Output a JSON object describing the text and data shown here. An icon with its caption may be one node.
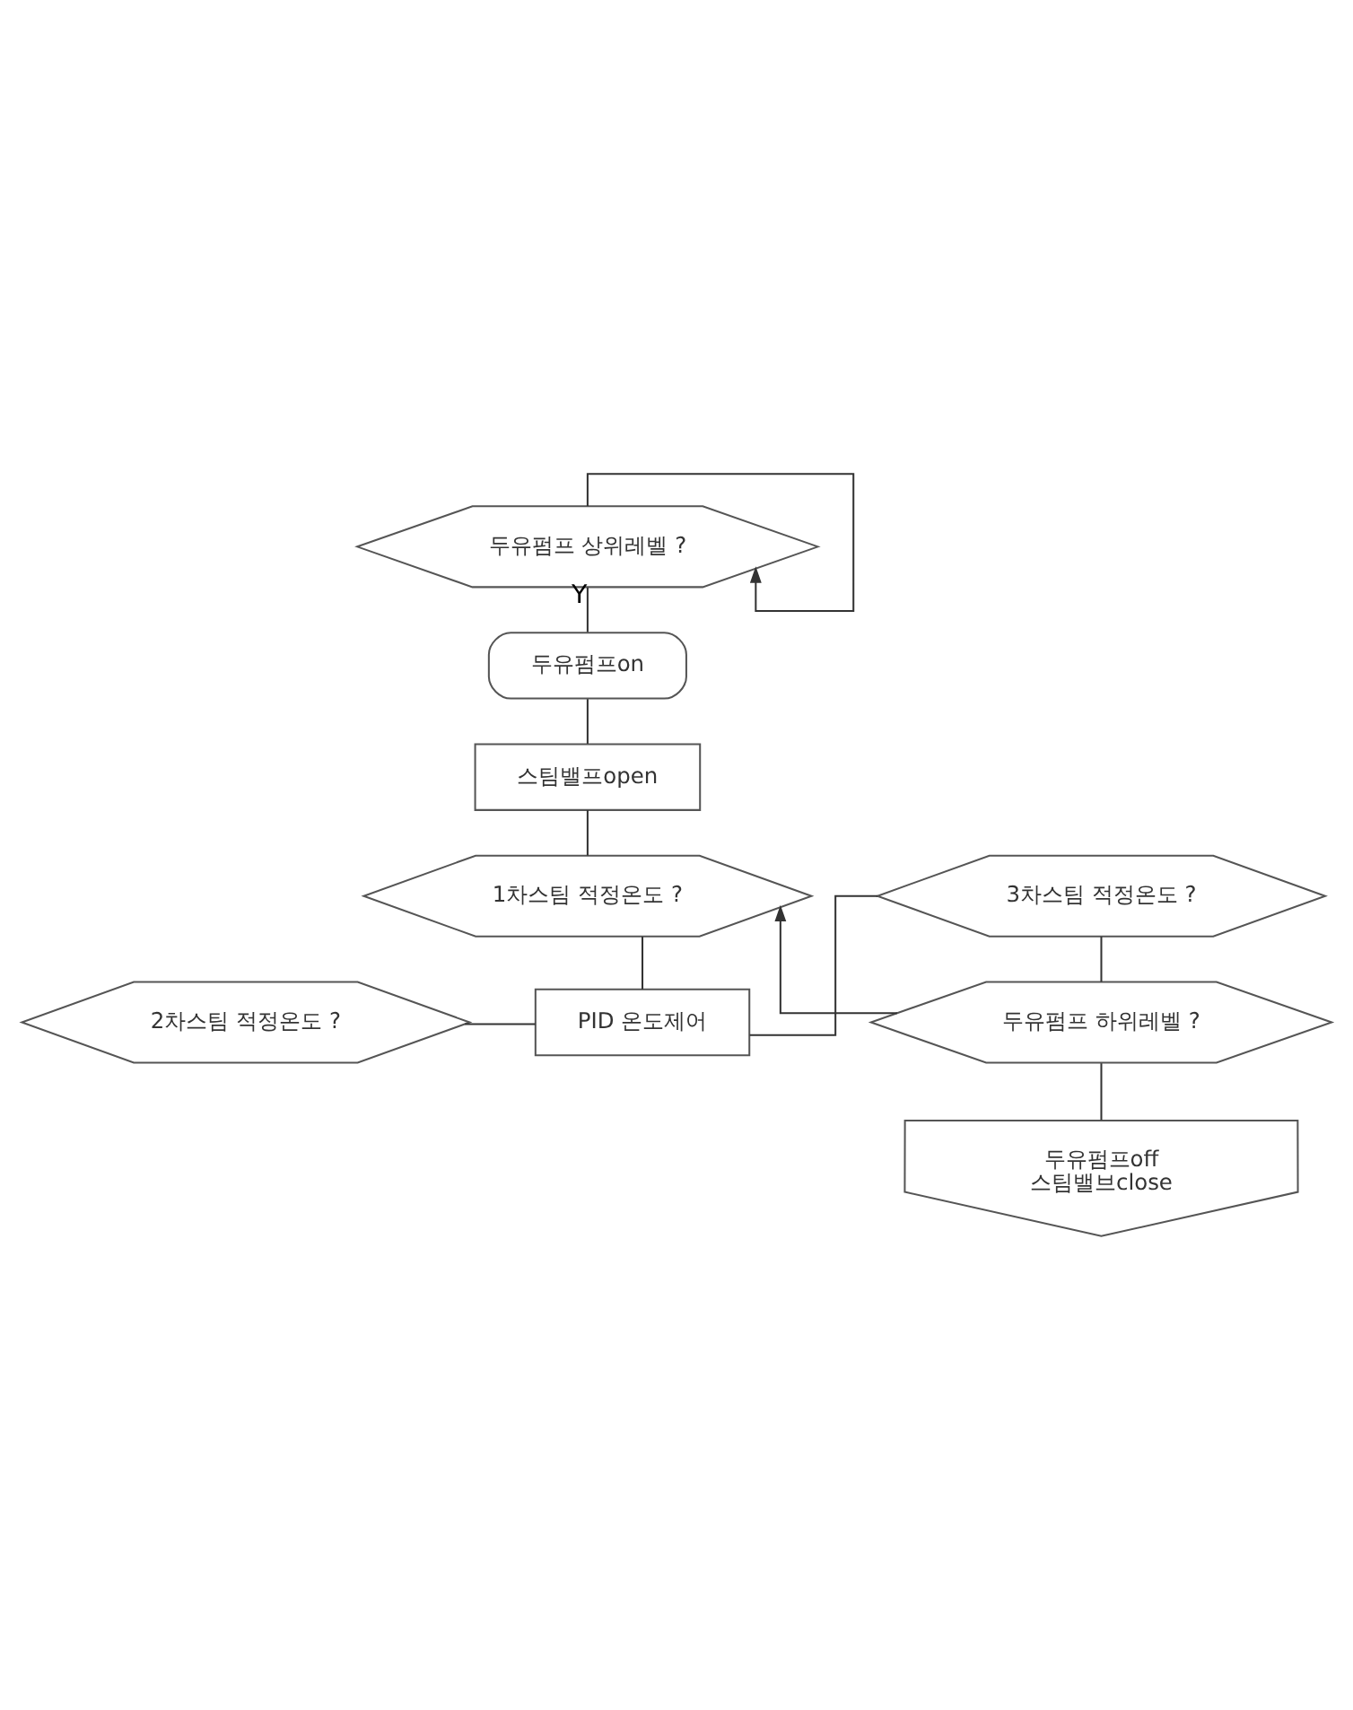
{
  "diagram": {
    "nodes": [
      {
        "text": [
          "두유펌프 상위레벨 ?"
        ]
      },
      {
        "text": [
          "두유펌프on"
        ]
      },
      {
        "text": [
          "스팀밸프open"
        ]
      },
      {
        "text": [
          "1차스팀 적정온도 ?"
        ]
      },
      {
        "text": [
          "2차스팀 적정온도 ?"
        ]
      },
      {
        "text": [
          "3차스팀 적정온도 ?"
        ]
      },
      {
        "text": [
          "PID 온도제어"
        ]
      },
      {
        "text": [
          "두유펌프 하위레벨 ?"
        ]
      },
      {
        "text": [
          "두유펌프off",
          "스팀밸브close"
        ]
      }
    ],
    "edges": [
      {
        "from": 0,
        "to": 0,
        "arrow": "to"
      },
      {
        "from": 0,
        "to": 1,
        "arrow": "none",
        "label": "Y"
      },
      {
        "from": 1,
        "to": 2,
        "arrow": "none"
      },
      {
        "from": 2,
        "to": 3,
        "arrow": "none"
      },
      {
        "from": 3,
        "to": 6,
        "arrow": "none"
      },
      {
        "from": 4,
        "to": 6,
        "arrow": "none"
      },
      {
        "from": 5,
        "to": 6,
        "arrow": "none"
      },
      {
        "from": 5,
        "to": 7,
        "arrow": "none"
      },
      {
        "from": 7,
        "to": 3,
        "arrow": "to"
      },
      {
        "from": 7,
        "to": 8,
        "arrow": "none"
      }
    ]
  }
}
